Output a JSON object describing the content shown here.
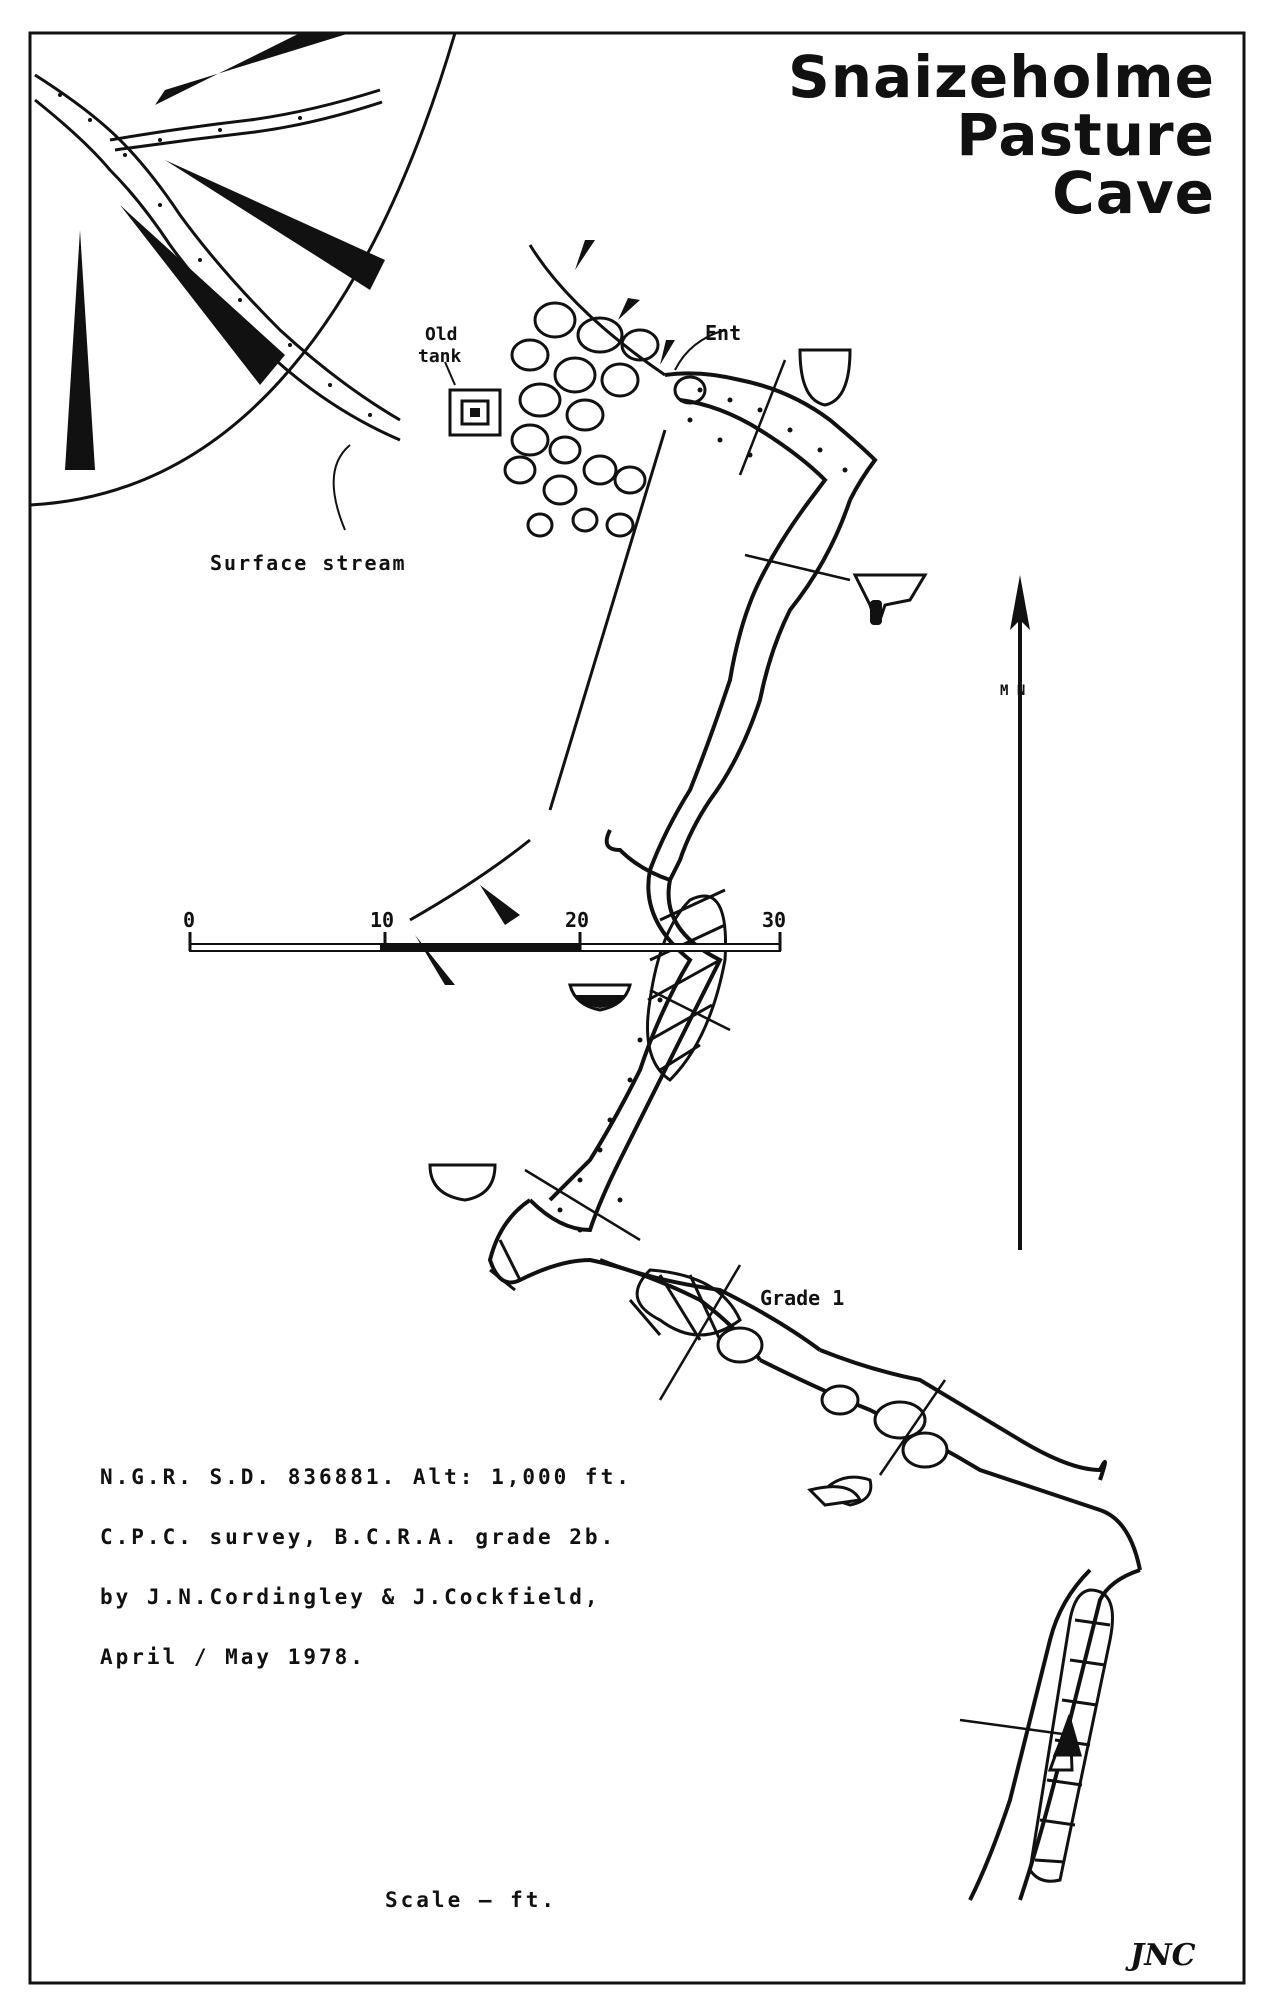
{
  "title": {
    "line1": "Snaizeholme",
    "line2": "Pasture",
    "line3": "Cave"
  },
  "labels": {
    "old_tank": "Old\ntank",
    "old_tank_l1": "Old",
    "old_tank_l2": "tank",
    "entrance": "Ent",
    "surface_stream": "Surface  stream",
    "grade": "Grade 1",
    "north": "M N"
  },
  "info": {
    "line1": "N.G.R.  S.D. 836881.  Alt: 1,000  ft.",
    "line2": "C.P.C. survey,  B.C.R.A.  grade 2b.",
    "line3": "by  J.N.Cordingley &  J.Cockfield,",
    "line4": "April  / May 1978."
  },
  "scale": {
    "ticks": [
      "0",
      "10",
      "20",
      "30"
    ],
    "caption": "Scale  —  ft."
  },
  "signature": "JNC",
  "colors": {
    "ink": "#111111",
    "paper": "#ffffff"
  }
}
